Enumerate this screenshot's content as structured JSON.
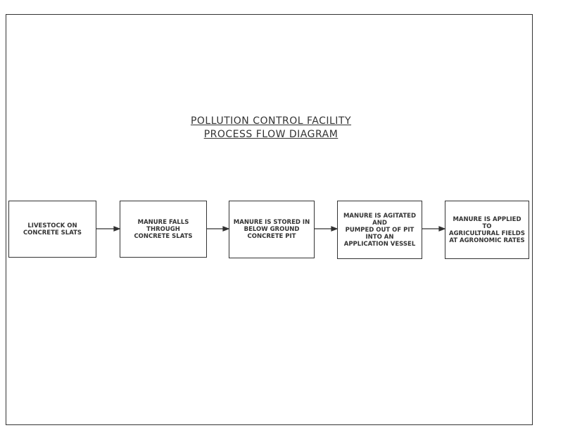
{
  "title": {
    "line1": "POLLUTION  CONTROL  FACILITY",
    "line2": "PROCESS  FLOW  DIAGRAM"
  },
  "steps": [
    "LIVESTOCK ON\nCONCRETE SLATS",
    "MANURE FALLS THROUGH\nCONCRETE SLATS",
    "MANURE IS STORED IN\nBELOW GROUND\nCONCRETE PIT",
    "MANURE IS AGITATED AND\nPUMPED OUT OF PIT\nINTO AN\nAPPLICATION VESSEL",
    "MANURE IS APPLIED TO\nAGRICULTURAL FIELDS\nAT AGRONOMIC RATES"
  ]
}
